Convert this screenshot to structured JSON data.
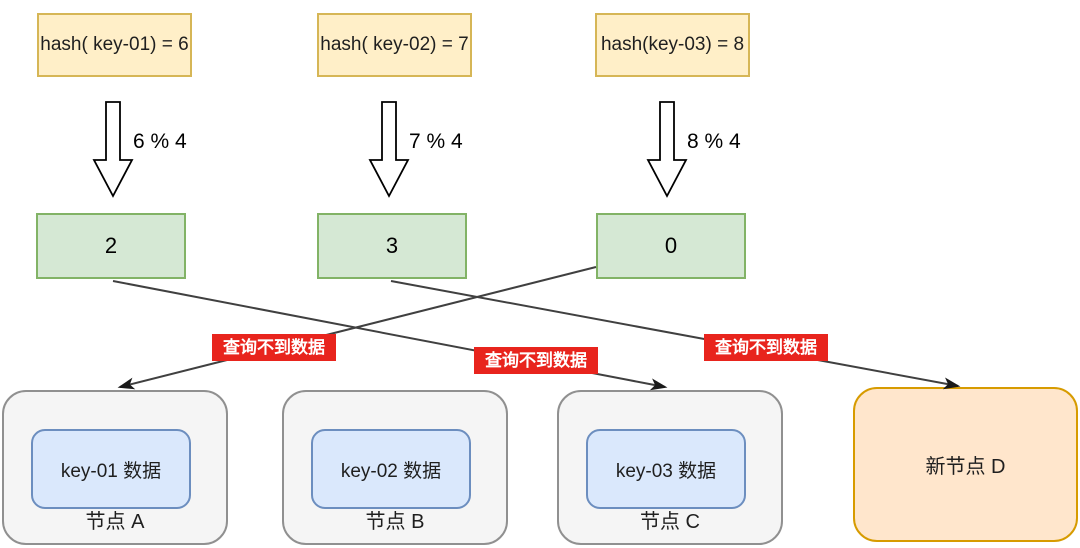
{
  "diagram": {
    "description": "哈希取模后查询路由到错误节点的示意图",
    "hash_boxes": [
      {
        "label": "hash( key-01) = 6"
      },
      {
        "label": "hash( key-02) = 7"
      },
      {
        "label": "hash(key-03) = 8"
      }
    ],
    "mod_labels": [
      "6 % 4",
      "7 % 4",
      "8 % 4"
    ],
    "slots": [
      "2",
      "3",
      "0"
    ],
    "edges": [
      {
        "from": "slot-0",
        "to": "node-a",
        "label": "查询不到数据"
      },
      {
        "from": "slot-2",
        "to": "node-c",
        "label": "查询不到数据"
      },
      {
        "from": "slot-3",
        "to": "node-d",
        "label": "查询不到数据"
      }
    ],
    "nodes": [
      {
        "title": "节点 A",
        "data_label": "key-01 数据",
        "type": "existing"
      },
      {
        "title": "节点 B",
        "data_label": "key-02 数据",
        "type": "existing"
      },
      {
        "title": "节点 C",
        "data_label": "key-03 数据",
        "type": "existing"
      },
      {
        "title": "新节点 D",
        "data_label": "",
        "type": "new"
      }
    ],
    "colors": {
      "hash_box_fill": "#ffefc8",
      "hash_box_border": "#d6b656",
      "slot_fill": "#d5e8d4",
      "slot_border": "#82b366",
      "data_box_fill": "#dae8fc",
      "data_box_border": "#6c8ebf",
      "node_fill": "#f5f5f5",
      "node_border": "#909090",
      "new_node_fill": "#ffe6cc",
      "new_node_border": "#d79b00",
      "error_bg": "#e8241d",
      "error_text": "#ffffff",
      "line": "#404040"
    }
  }
}
